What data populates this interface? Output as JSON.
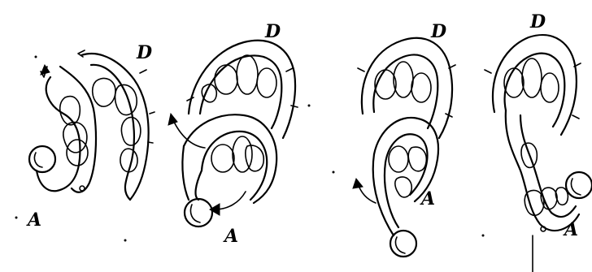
{
  "figure": {
    "panels": [
      {
        "id": "panel-1",
        "labels": {
          "donor": "D",
          "acceptor": "A"
        }
      },
      {
        "id": "panel-2",
        "labels": {
          "donor": "D",
          "acceptor": "A"
        }
      },
      {
        "id": "panel-3",
        "labels": {
          "donor": "D",
          "acceptor": "A"
        }
      },
      {
        "id": "panel-4",
        "labels": {
          "donor": "D",
          "acceptor": "A"
        }
      }
    ]
  }
}
